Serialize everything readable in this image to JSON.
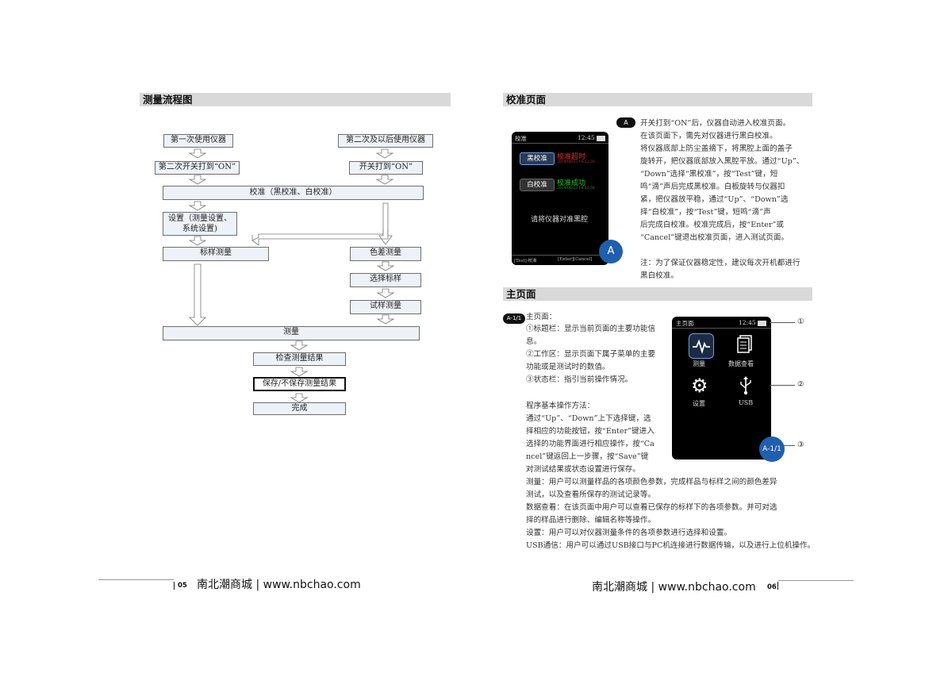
{
  "left_page": {
    "section_title": "测量流程图",
    "flow": {
      "first_use": "第一次使用仪器",
      "second_use": "第二次及以后使用仪器",
      "second_power_on": "第二次开关打到“ON”",
      "power_on": "开关打到“ON”",
      "calibration": "校准（黑校准、白校准）",
      "settings_line1": "设置（测量设置、",
      "settings_line2": "系统设置)",
      "standard_measure": "标样测量",
      "color_diff_measure": "色差测量",
      "select_standard": "选择标样",
      "sample_measure": "试样测量",
      "measure": "测量",
      "check_result": "检查测量结果",
      "save_result": "保存/不保存测量结果",
      "done": "完成"
    },
    "footer": {
      "page_no": "05",
      "brand": "南北潮商城 | www.nbchao.com"
    }
  },
  "right_page": {
    "calibration_section": {
      "title": "校准页面",
      "badge": "A",
      "screen": {
        "title": "校准",
        "time": "12:45",
        "black_btn": "黑校准",
        "black_status": "校准超时",
        "black_date": "2014/06/23 14:52:30",
        "white_btn": "白校准",
        "white_status": "校准成功",
        "white_date": "2014/06/23 14:52:30",
        "message": "请将仪器对准黑腔",
        "status_left": "[Test]-校准",
        "status_right": "[Enter][Cancel]",
        "corner_badge": "A"
      },
      "text_lines": [
        "开关打到“ON”后，仪器自动进入校准页面。",
        "在该页面下，需先对仪器进行黑白校准。",
        "将仪器底部上防尘盖摘下，将黑腔上面的盖子",
        "旋转开，把仪器底部放入黑腔平放。通过“Up”、",
        "“Down”选择“黑校准”，按“Test”键，短",
        "鸣“滴”声后完成黑校准。白板旋转与仪器扣",
        "紧，把仪器放平稳，通过“Up”、“Down”选",
        "择“白校准”，按“Test”键，短鸣“滴”声",
        "后完成白校准。校准完成后，按“Enter”或",
        "“Cancel”键退出校准页面，进入测试页面。"
      ],
      "note_lines": [
        "注：为了保证仪器稳定性，建议每次开机都进行",
        "黑白校准。"
      ]
    },
    "main_section": {
      "title": "主页面",
      "badge": "A-1/1",
      "intro": "主页面：",
      "items": [
        "①标题栏：显示当前页面的主要功能信",
        "息。",
        "②工作区：显示页面下属子菜单的主要",
        "功能或是测试时的数值。",
        "③状态栏：指引当前操作情况。"
      ],
      "method_title": "程序基本操作方法：",
      "method_lines": [
        "通过“Up”、“Down”上下选择键，选",
        "择相应的功能按钮，按“Enter”键进入",
        "选择的功能界面进行相应操作，按“Ca",
        "ncel”键返回上一步骤，按“Save”键",
        "对测试结果或状态设置进行保存。"
      ],
      "desc_lines": [
        "测量：用户可以测量样品的各项颜色参数，完成样品与标样之间的颜色差异",
        "测试，以及查看所保存的测试记录等。",
        "数据查看：在该页面中用户可以查看已保存的标样下的各项参数。并可对选",
        "择的样品进行删除、编辑名称等操作。",
        "设置：用户可以对仪器测量条件的各项参数进行选择和设置。",
        "USB通信：用户可以通过USB接口与PC机连接进行数据传输，以及进行上位机操作。"
      ],
      "screen": {
        "title": "主页面",
        "time": "12:45",
        "icons": [
          "测量",
          "数据查看",
          "设置",
          "USB"
        ],
        "corner_badge": "A-1/1"
      },
      "callouts": [
        "①",
        "②",
        "③"
      ]
    },
    "footer": {
      "page_no": "06",
      "brand": "南北潮商城 | www.nbchao.com"
    }
  }
}
